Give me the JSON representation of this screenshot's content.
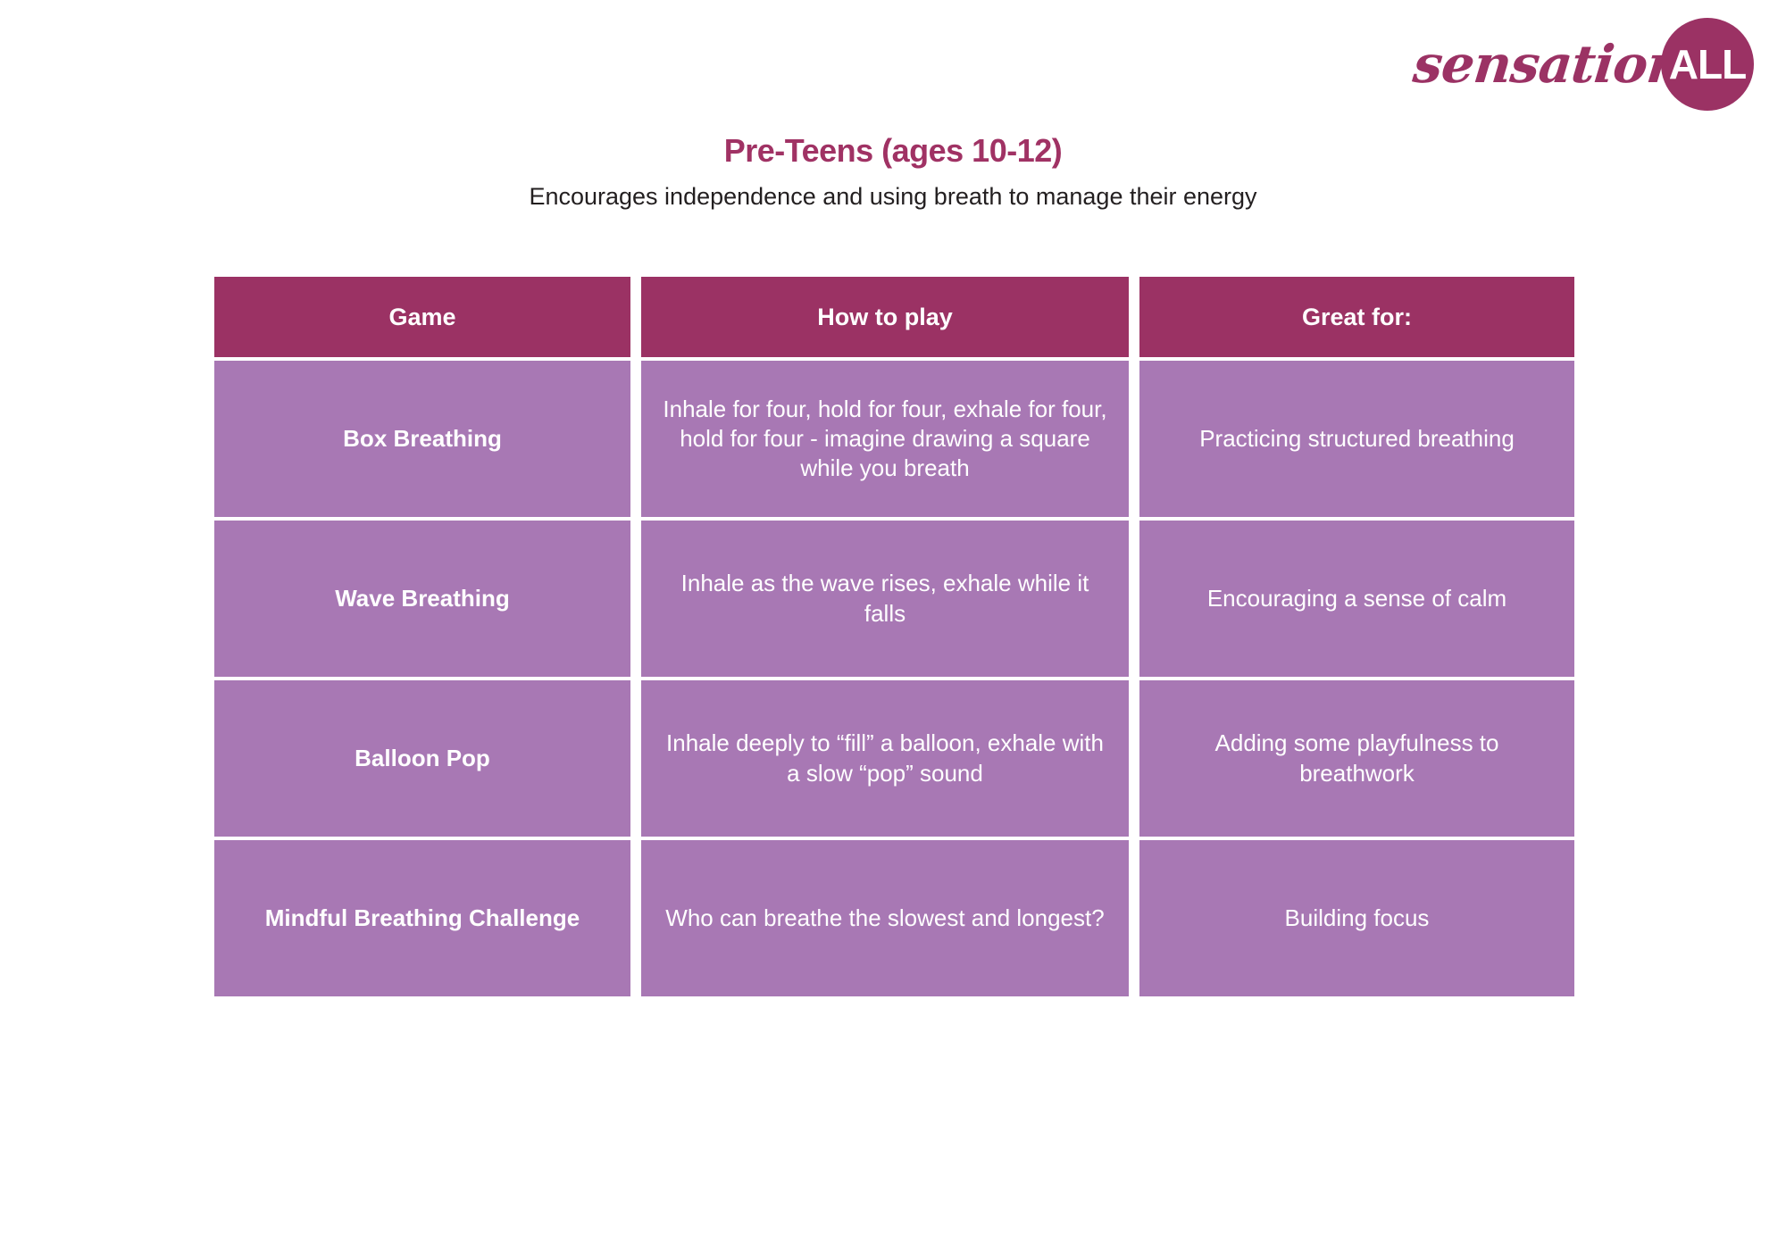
{
  "logo": {
    "word": "sensation",
    "badge": "ALL",
    "brand_color": "#9B3264"
  },
  "heading": {
    "title": "Pre-Teens (ages 10-12)",
    "subtitle": "Encourages independence and using breath to manage their energy",
    "title_color": "#A03264",
    "subtitle_color": "#231F20"
  },
  "table": {
    "header_bg": "#9B3264",
    "cell_bg": "#A878B4",
    "columns": [
      {
        "label": "Game"
      },
      {
        "label": "How to play"
      },
      {
        "label": "Great for:"
      }
    ],
    "rows": [
      {
        "game": "Box Breathing",
        "how_to_play": "Inhale for four, hold for four, exhale for four, hold for four - imagine drawing a square while you breath",
        "great_for": "Practicing structured breathing"
      },
      {
        "game": "Wave Breathing",
        "how_to_play": "Inhale as the wave rises, exhale while it falls",
        "great_for": "Encouraging a sense of calm"
      },
      {
        "game": "Balloon Pop",
        "how_to_play": "Inhale deeply to “fill” a balloon, exhale with a slow “pop” sound",
        "great_for": "Adding some playfulness to breathwork"
      },
      {
        "game": "Mindful Breathing Challenge",
        "how_to_play": "Who can breathe the slowest and longest?",
        "great_for": "Building focus"
      }
    ]
  }
}
